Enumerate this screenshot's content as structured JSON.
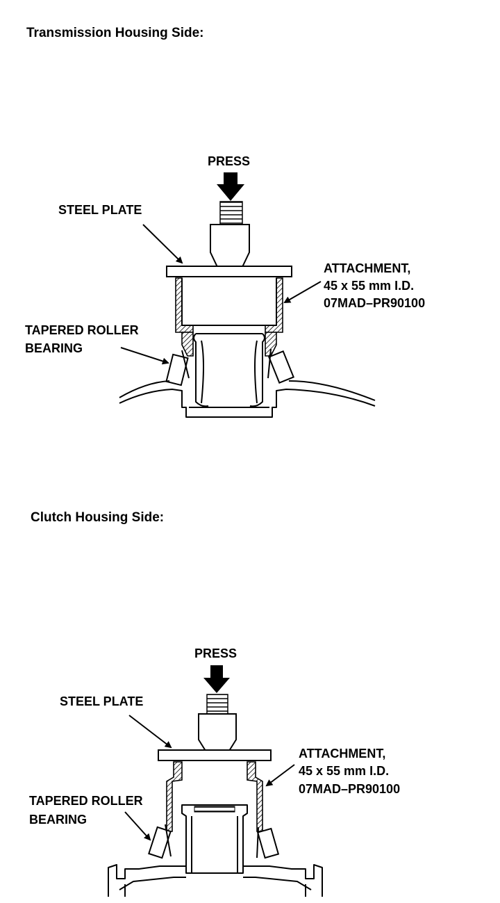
{
  "sections": [
    {
      "heading": "Transmission Housing Side:",
      "press_label": "PRESS",
      "steel_plate_label": "STEEL PLATE",
      "attachment_lines": [
        "ATTACHMENT,",
        "45 x 55 mm I.D.",
        "07MAD–PR90100"
      ],
      "bearing_lines": [
        "TAPERED ROLLER",
        "BEARING"
      ]
    },
    {
      "heading": "Clutch Housing Side:",
      "press_label": "PRESS",
      "steel_plate_label": "STEEL PLATE",
      "attachment_lines": [
        "ATTACHMENT,",
        "45 x 55 mm I.D.",
        "07MAD–PR90100"
      ],
      "bearing_lines": [
        "TAPERED ROLLER",
        "BEARING"
      ]
    }
  ]
}
